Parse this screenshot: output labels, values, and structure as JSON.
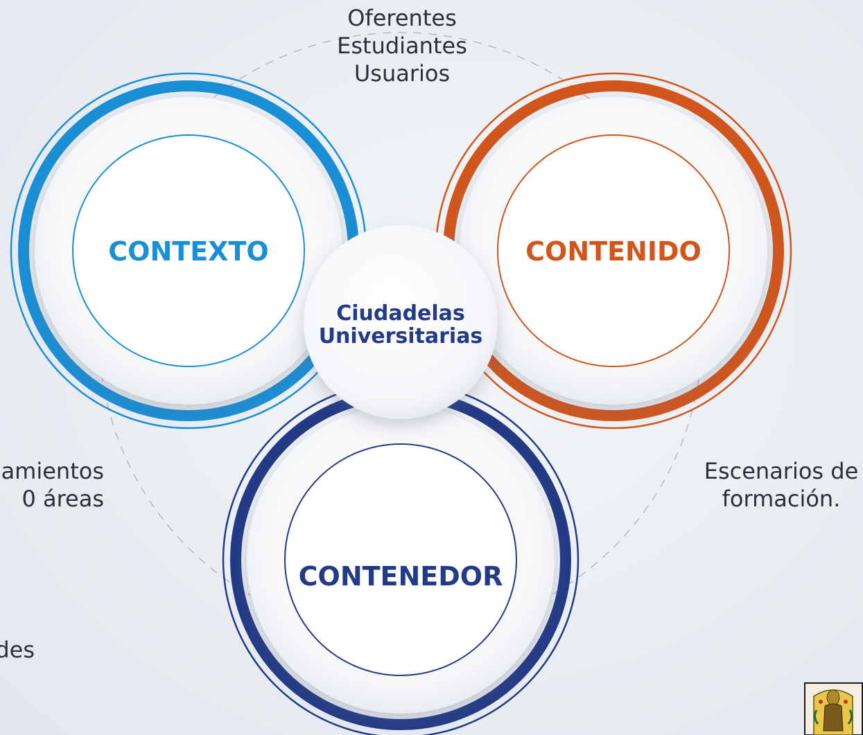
{
  "center_title": [
    "Ciudadelas",
    "Universitarias"
  ],
  "nodes": {
    "contexto": {
      "label": "CONTEXTO",
      "color": "#1a8fd6"
    },
    "contenido": {
      "label": "CONTENIDO",
      "color": "#d2561c"
    },
    "contenedor": {
      "label": "CONTENEDOR",
      "color": "#233a86"
    }
  },
  "center_color": "#233a86",
  "top_labels": [
    "Oferentes",
    "Estudiantes",
    "Usuarios"
  ],
  "right_labels": [
    "Escenarios de",
    "formación."
  ],
  "left_labels": [
    "amientos",
    "0 áreas"
  ],
  "bottom_left_label": "des",
  "emblem_icon": "university-crest-icon"
}
